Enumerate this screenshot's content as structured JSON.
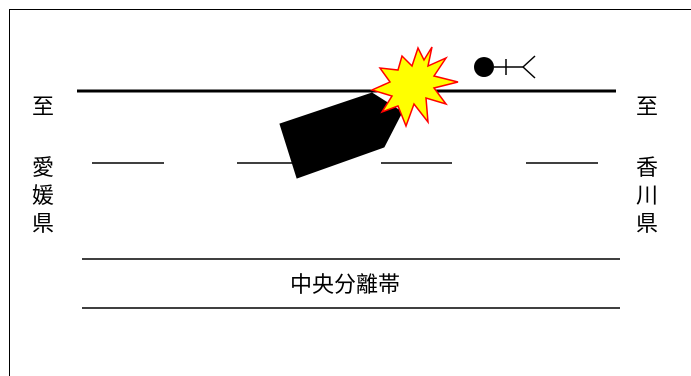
{
  "diagram": {
    "left_direction": {
      "to": "至",
      "place": "愛\n媛\n県"
    },
    "right_direction": {
      "to": "至",
      "place": "香\n川\n県"
    },
    "median_label": "中央分離帯",
    "icons": {
      "vehicle": "black-vehicle-shape",
      "collision": "explosion-starburst",
      "pedestrian": "fallen-person-stick-figure"
    },
    "colors": {
      "vehicle": "#000000",
      "burst_fill": "#ffff00",
      "burst_outline": "#ff0000",
      "lines": "#000000"
    }
  }
}
